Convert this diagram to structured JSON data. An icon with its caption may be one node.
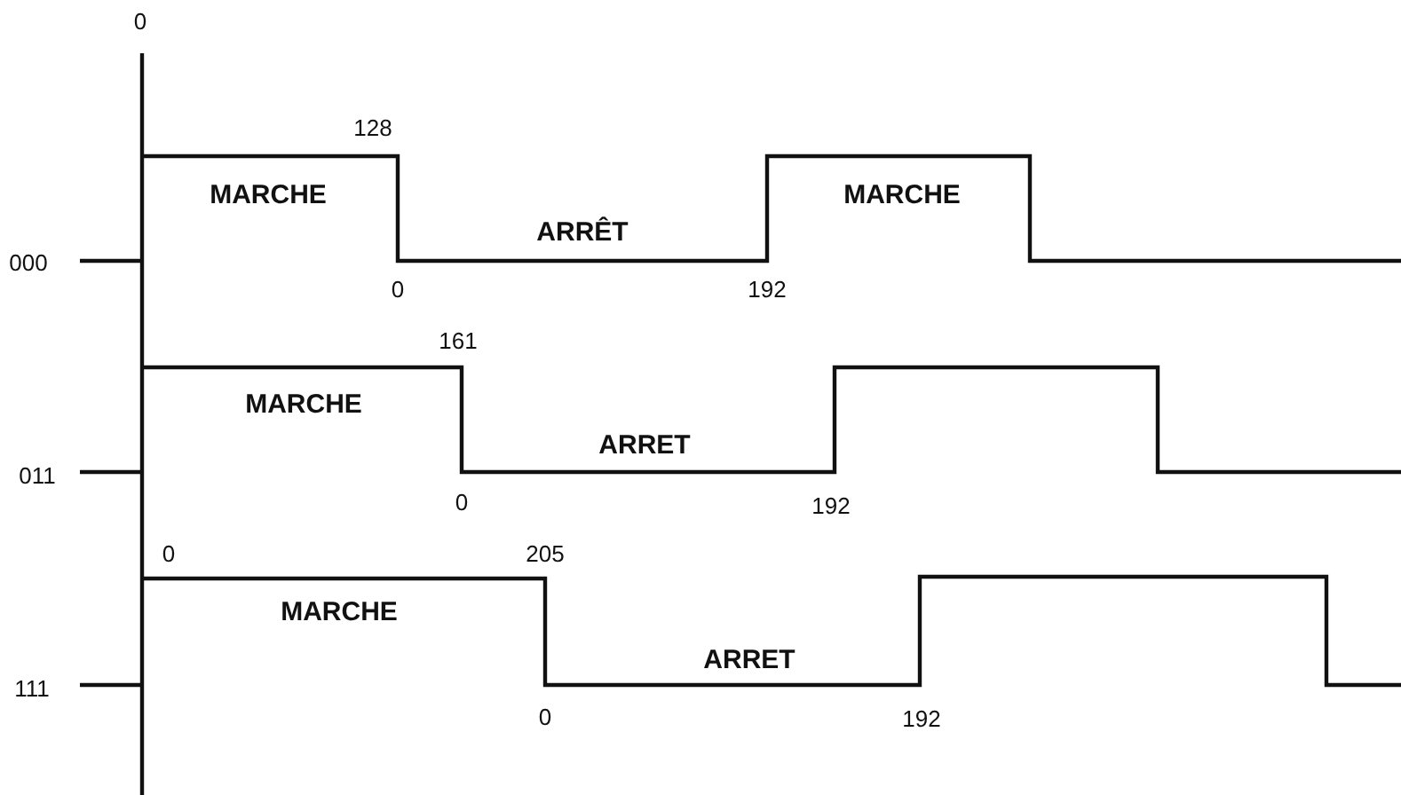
{
  "diagram": {
    "labels": [
      "0",
      "128",
      "MARCHE",
      "MARCHE",
      "ARRÊT",
      "000",
      "0",
      "192",
      "161",
      "MARCHE",
      "ARRET",
      "011",
      "0",
      "192",
      "0",
      "205",
      "MARCHE",
      "ARRET",
      "111",
      "0",
      "192"
    ]
  }
}
